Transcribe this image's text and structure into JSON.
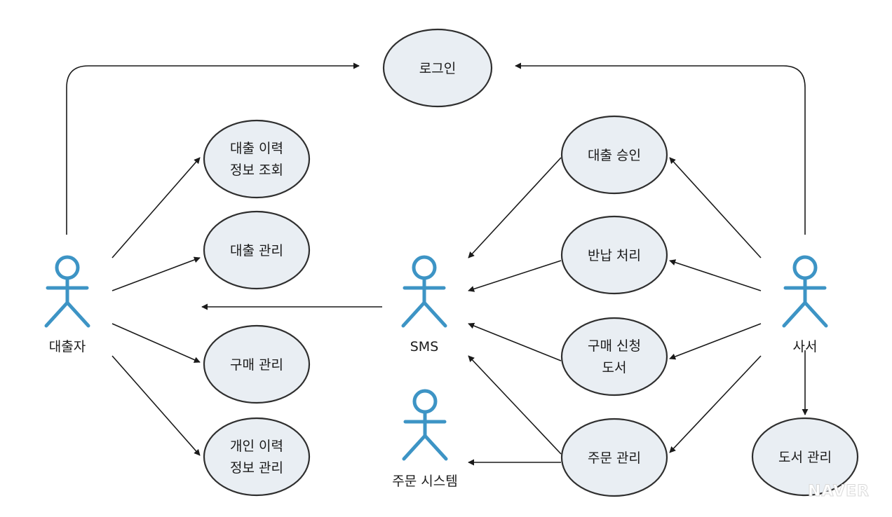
{
  "diagram": {
    "actors": {
      "borrower": "대출자",
      "sms": "SMS",
      "order_system": "주문 시스템",
      "librarian": "사서"
    },
    "use_cases": {
      "login": [
        "로그인"
      ],
      "loan_history_inquiry": [
        "대출 이력",
        "정보 조회"
      ],
      "loan_management": [
        "대출 관리"
      ],
      "purchase_management": [
        "구매 관리"
      ],
      "personal_history_management": [
        "개인 이력",
        "정보 관리"
      ],
      "loan_approval": [
        "대출 승인"
      ],
      "return_processing": [
        "반납 처리"
      ],
      "purchase_request_books": [
        "구매 신청",
        "도서"
      ],
      "order_management": [
        "주문 관리"
      ],
      "book_management": [
        "도서 관리"
      ]
    },
    "colors": {
      "actor": "#3d94c5",
      "use_case_fill": "#e9eef3",
      "line": "#1a1a1a"
    }
  },
  "watermark": "NAVER"
}
